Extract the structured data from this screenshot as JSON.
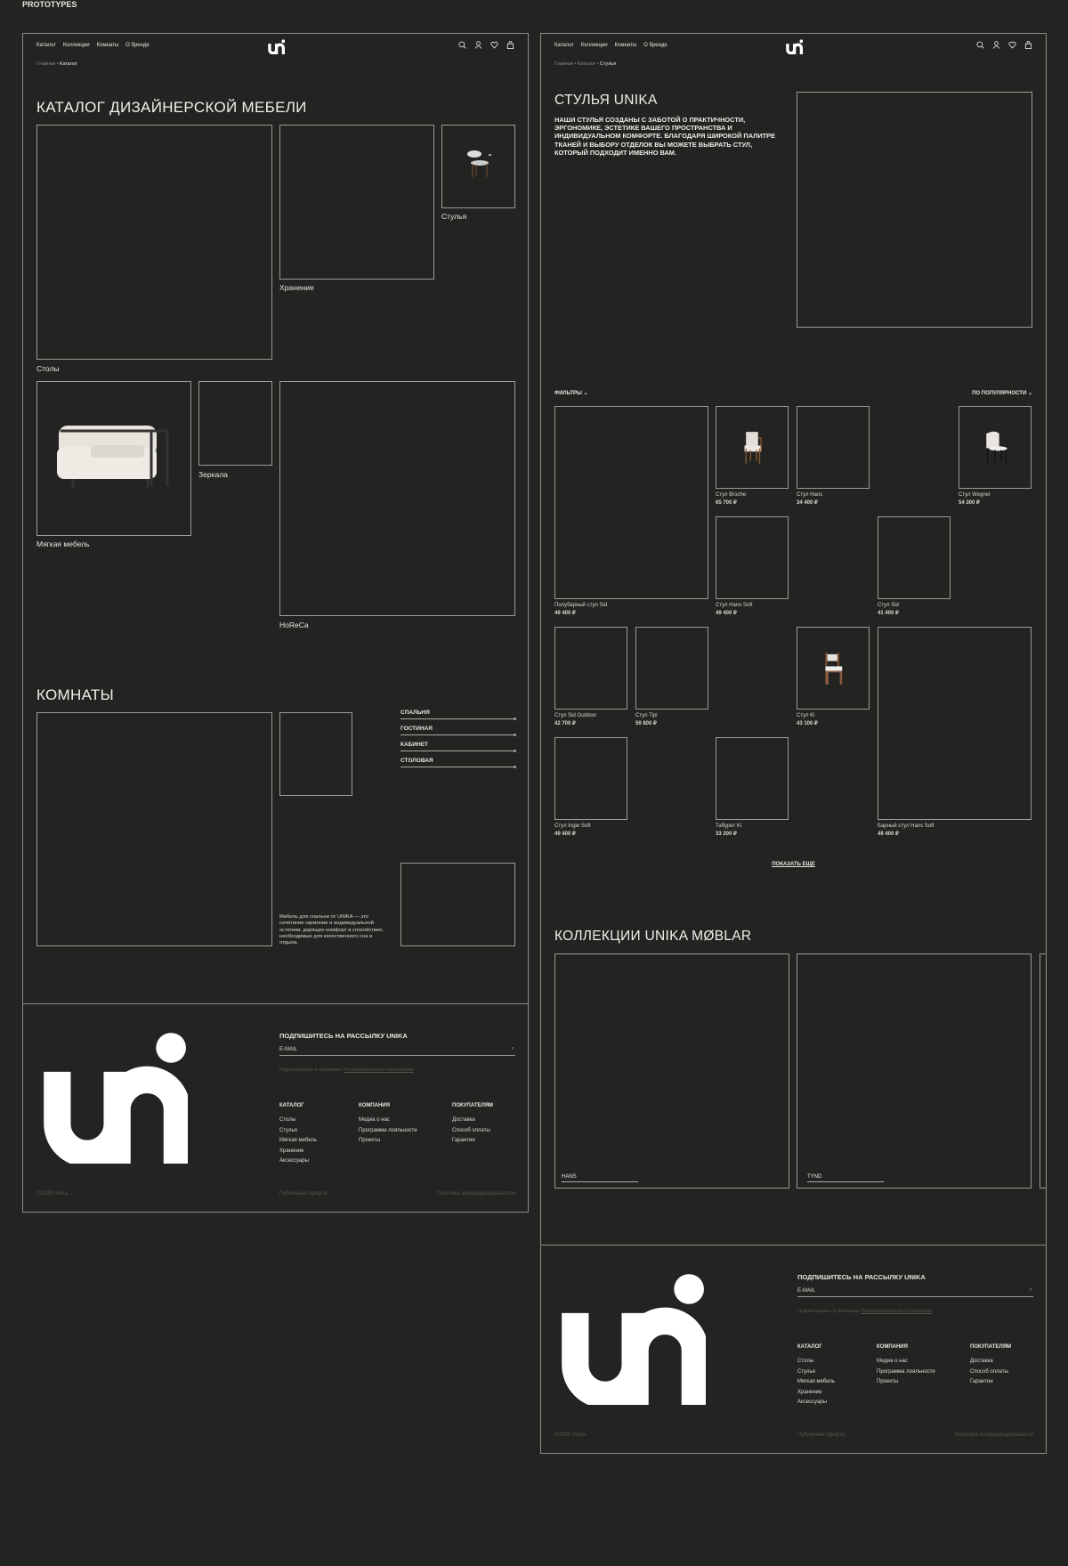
{
  "page_label": "PROTOTYPES",
  "header": {
    "nav": [
      "Каталог",
      "Коллекции",
      "Комнаты",
      "О бренде"
    ],
    "icons": [
      "search-icon",
      "user-icon",
      "heart-icon",
      "bag-icon"
    ]
  },
  "catalog_page": {
    "breadcrumb": [
      "Главная",
      "Каталог"
    ],
    "title": "КАТАЛОГ ДИЗАЙНЕРСКОЙ МЕБЕЛИ",
    "categories": [
      "Столы",
      "Хранение",
      "Стулья",
      "Мягкая мебель",
      "Зеркала",
      "HoReCa"
    ],
    "rooms_title": "КОМНАТЫ",
    "rooms": [
      "СПАЛЬНЯ",
      "ГОСТИНАЯ",
      "КАБИНЕТ",
      "СТОЛОВАЯ"
    ],
    "rooms_desc": "Мебель для спальни от UNIKA — это сочетание гармонии и индивидуальной эстетики, дарящее комфорт и спокойствие, необходимые для качественного сна и отдыха."
  },
  "chairs_page": {
    "breadcrumb": [
      "Главная",
      "Каталог",
      "Стулья"
    ],
    "title": "СТУЛЬЯ UNIKA",
    "description": "НАШИ СТУЛЬЯ СОЗДАНЫ С ЗАБОТОЙ О ПРАКТИЧНОСТИ, ЭРГОНОМИКЕ, ЭСТЕТИКЕ ВАШЕГО ПРОСТРАНСТВА И ИНДИВИДУАЛЬНОМ КОМФОРТЕ. БЛАГОДАРЯ ШИРОКОЙ ПАЛИТРЕ ТКАНЕЙ И ВЫБОРУ ОТДЕЛОК ВЫ МОЖЕТЕ ВЫБРАТЬ СТУЛ, КОТОРЫЙ ПОДХОДИТ ИМЕННО ВАМ.",
    "filters": "ФИЛЬТРЫ",
    "sort": "ПО ПОПУЛЯРНОСТИ",
    "products": [
      {
        "name": "Полубарный стул Sid",
        "price": "49 400 ₽"
      },
      {
        "name": "Стул Broche",
        "price": "65 700 ₽"
      },
      {
        "name": "Стул Hans",
        "price": "34 400 ₽"
      },
      {
        "name": "Стул Wegner",
        "price": "54 300 ₽"
      },
      {
        "name": "Стул Hans Soft",
        "price": "49 400 ₽"
      },
      {
        "name": "Стул Sid",
        "price": "41 400 ₽"
      },
      {
        "name": "Стул Sid Outdoor",
        "price": "42 700 ₽"
      },
      {
        "name": "Стул Tipi",
        "price": "59 800 ₽"
      },
      {
        "name": "Стул Ki",
        "price": "43 100 ₽"
      },
      {
        "name": "Барный стул Hans Soft",
        "price": "49 400 ₽"
      },
      {
        "name": "Стул Ingie Soft",
        "price": "49 400 ₽"
      },
      {
        "name": "Табурет Ki",
        "price": "33 200 ₽"
      }
    ],
    "show_more": "ПОКАЗАТЬ ЕЩЕ",
    "collections_title": "КОЛЛЕКЦИИ UNIKA MØBLAR",
    "collections": [
      "HANS",
      "TYND"
    ]
  },
  "footer": {
    "subscribe_title": "ПОДПИШИТЕСЬ НА РАССЫЛКУ UNIKA",
    "email_placeholder": "E-MAIL",
    "consent": "Подписавшись я принимаю",
    "consent_link": "Пользовательское соглашение",
    "columns": [
      {
        "title": "КАТАЛОГ",
        "items": [
          "Столы",
          "Стулья",
          "Мягкая мебель",
          "Хранение",
          "Аксессуары"
        ]
      },
      {
        "title": "КОМПАНИЯ",
        "items": [
          "Медиа о нас",
          "Программа лояльности",
          "Проекты"
        ]
      },
      {
        "title": "ПОКУПАТЕЛЯМ",
        "items": [
          "Доставка",
          "Способ оплаты",
          "Гарантии"
        ]
      }
    ],
    "copyright": "©2025 Unika",
    "offer": "Публичная оферта",
    "privacy": "Политика конфиденциальности"
  },
  "colors": {
    "background": "#232421",
    "line": "#8b8b87",
    "text": "#e6e6e1"
  }
}
